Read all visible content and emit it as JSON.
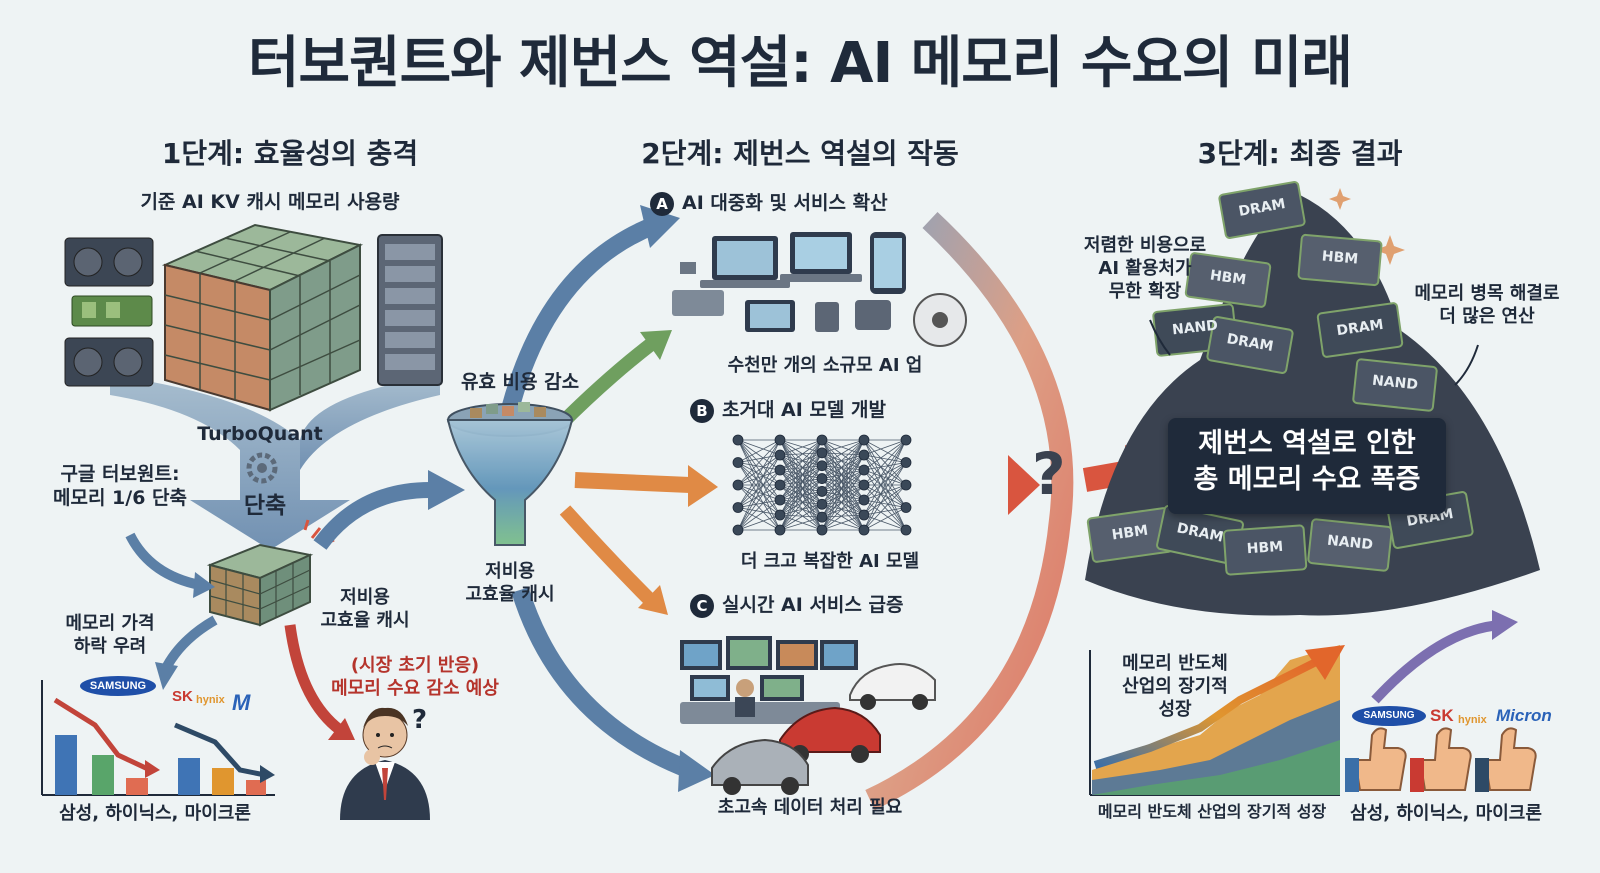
{
  "title": "터보퀀트와 제번스 역설: AI 메모리 수요의 미래",
  "stages": {
    "stage1": "1단계: 효율성의 충격",
    "stage2": "2단계: 제번스 역설의 작동",
    "stage3": "3단계: 최종 결과"
  },
  "stage1": {
    "baseline_label": "기준 AI KV 캐시 메모리 사용량",
    "turboquant_label": "TurboQuant",
    "compress_label": "단축",
    "google_label_line1": "구글 터보원트:",
    "google_label_line2": "메모리 1/6 단축",
    "lowcost_line1": "저비용",
    "lowcost_line2": "고효율 캐시",
    "price_fear_line1": "메모리 가격",
    "price_fear_line2": "하락 우려",
    "market_line1": "(시장 초기 반응)",
    "market_line2": "메모리 수요 감소 예상",
    "companies_label": "삼성, 하이닉스, 마이크론"
  },
  "stage2": {
    "funnel_top": "유효 비용 감소",
    "funnel_bottom_line1": "저비용",
    "funnel_bottom_line2": "고효율 캐시",
    "a_badge": "A",
    "a_label": "AI 대중화 및 서비스 확산",
    "a_sub": "수천만 개의 소규모 AI 업",
    "b_badge": "B",
    "b_label": "초거대 AI 모델 개발",
    "b_sub": "더 크고 복잡한 AI 모델",
    "c_badge": "C",
    "c_label": "실시간 AI 서비스 급증",
    "c_sub": "초고속 데이터 처리 필요",
    "question": "?"
  },
  "stage3": {
    "left_note_line1": "저렴한 비용으로",
    "left_note_line2": "AI 활용처가",
    "left_note_line3": "무한 확장",
    "right_note_line1": "메모리 병목 해결로",
    "right_note_line2": "더 많은 연산",
    "result_line1": "제번스 역설로 인한",
    "result_line2": "총 메모리 수요 폭증",
    "growth_note_line1": "메모리 반도체",
    "growth_note_line2": "산업의 장기적",
    "growth_note_line3": "성장",
    "growth_caption": "메모리 반도체 산업의 장기적 성장",
    "companies_label": "삼성, 하이닉스, 마이크론"
  },
  "chips": {
    "dram": "DRAM",
    "hbm": "HBM",
    "nand": "NAND"
  },
  "logos": {
    "samsung": "SAMSUNG",
    "sk": "SK",
    "hynix": "hynix",
    "micron": "Micron"
  },
  "colors": {
    "dark": "#1f2a3a",
    "accent_red": "#b5342c",
    "arrow_blue": "#5b7fa6",
    "arrow_green": "#6f9f5f",
    "arrow_orange": "#e08a45",
    "arrow_red": "#d9553f"
  }
}
